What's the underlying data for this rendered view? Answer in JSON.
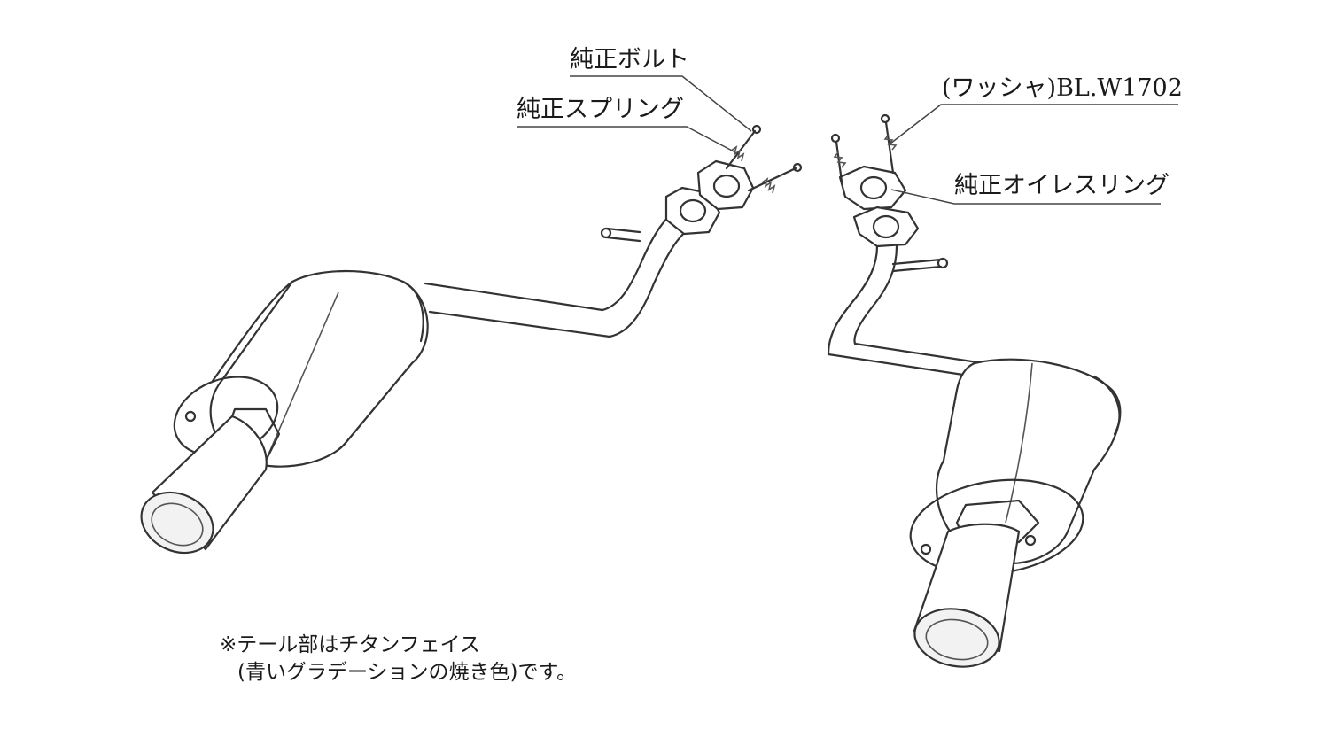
{
  "labels": {
    "bolt": "純正ボルト",
    "spring": "純正スプリング",
    "washer": "(ワッシャ)BL.W1702",
    "oil_ring": "純正オイレスリング"
  },
  "note": {
    "line1": "※テール部はチタンフェイス",
    "line2": "(青いグラデーションの焼き色)です。"
  }
}
